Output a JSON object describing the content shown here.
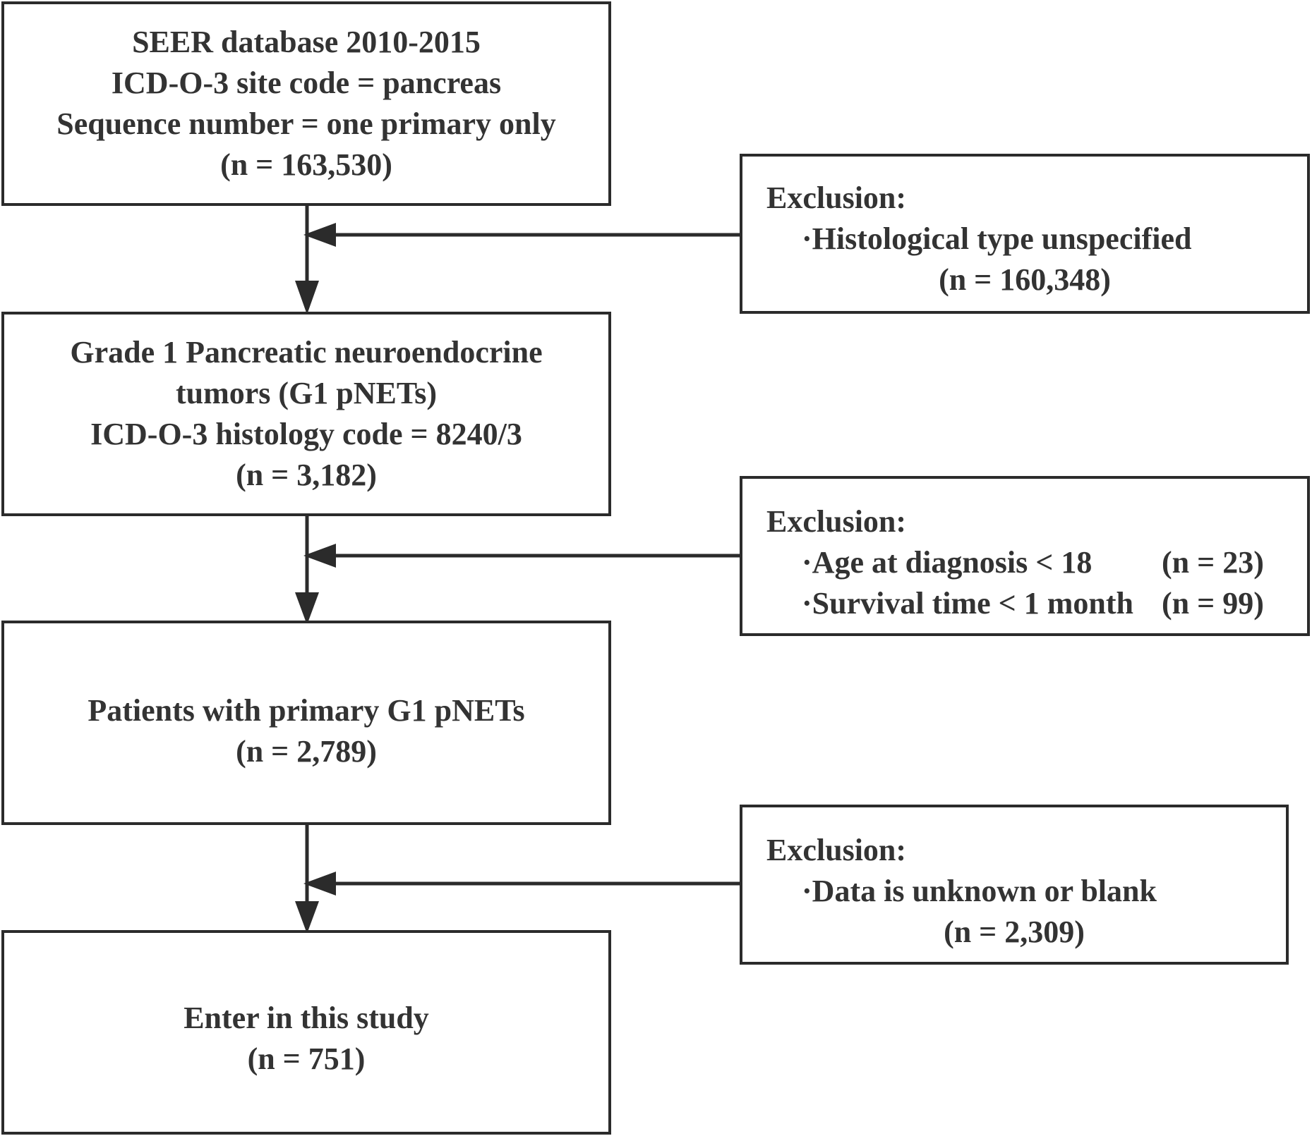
{
  "boxes": {
    "seer": {
      "line1": "SEER database 2010-2015",
      "line2": "ICD-O-3 site code = pancreas",
      "line3": "Sequence number = one primary only",
      "count": "(n = 163,530)"
    },
    "g1_pnets": {
      "line1": "Grade 1 Pancreatic neuroendocrine",
      "line2": "tumors (G1 pNETs)",
      "line3": "ICD-O-3 histology code = 8240/3",
      "count": "(n = 3,182)"
    },
    "patients": {
      "line1": "Patients with primary G1 pNETs",
      "count": "(n = 2,789)"
    },
    "study": {
      "line1": "Enter in this study",
      "count": "(n = 751)"
    }
  },
  "exclusions": {
    "first": {
      "title": "Exclusion:",
      "item": "·Histological type unspecified",
      "count": "(n = 160,348)"
    },
    "second": {
      "title": "Exclusion:",
      "items": [
        {
          "text": "·Age at diagnosis < 18",
          "count": "(n = 23)"
        },
        {
          "text": "·Survival time < 1 month",
          "count": "(n = 99)"
        }
      ]
    },
    "third": {
      "title": "Exclusion:",
      "item": "·Data is unknown or blank",
      "count": "(n = 2,309)"
    }
  },
  "colors": {
    "stroke": "#2b2b2b",
    "text": "#333333"
  }
}
